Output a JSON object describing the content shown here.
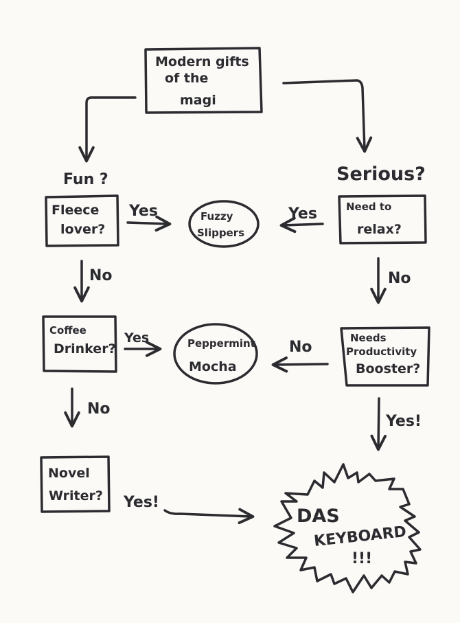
{
  "title": "Modern gifts of the magi flowchart",
  "root": {
    "lines": [
      "Modern gifts",
      "of the",
      "magi"
    ]
  },
  "branches": {
    "fun": "Fun ?",
    "serious": "Serious?"
  },
  "left_column": {
    "q1": {
      "lines": [
        "Fleece",
        "lover?"
      ]
    },
    "q1_yes": "Yes",
    "q1_no": "No",
    "q2": {
      "lines": [
        "Coffee",
        "Drinker?"
      ]
    },
    "q2_yes": "Yes",
    "q2_no": "No",
    "q3": {
      "lines": [
        "Novel",
        "Writer?"
      ]
    },
    "q3_yes": "Yes!"
  },
  "right_column": {
    "q1": {
      "lines": [
        "Need to",
        "relax?"
      ]
    },
    "q1_yes": "Yes",
    "q1_no": "No",
    "q2": {
      "lines": [
        "Needs",
        "Productivity",
        "Booster?"
      ]
    },
    "q2_no": "No",
    "q2_yes": "Yes!"
  },
  "outcomes": {
    "slippers": {
      "lines": [
        "Fuzzy",
        "Slippers"
      ]
    },
    "mocha": {
      "lines": [
        "Peppermint",
        "Mocha"
      ]
    },
    "keyboard": {
      "lines": [
        "DAS",
        "KEYBOARD",
        "!!!"
      ]
    }
  },
  "colors": {
    "ink": "#2b2b30",
    "paper": "#fbfaf7"
  }
}
